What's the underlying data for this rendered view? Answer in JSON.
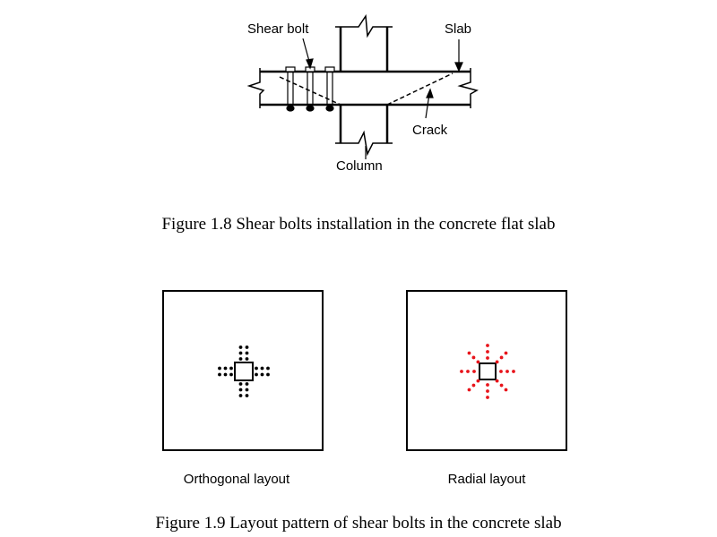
{
  "figure_1_8": {
    "labels": {
      "shear_bolt": "Shear bolt",
      "slab": "Slab",
      "crack": "Crack",
      "column": "Column"
    },
    "caption": "Figure 1.8 Shear bolts installation in the concrete flat slab"
  },
  "figure_1_9": {
    "orthogonal_label": "Orthogonal layout",
    "radial_label": "Radial layout",
    "caption": "Figure 1.9 Layout pattern of shear bolts in the concrete slab",
    "colors": {
      "orthogonal_bolts": "#000000",
      "radial_bolts": "#e8141b"
    }
  }
}
